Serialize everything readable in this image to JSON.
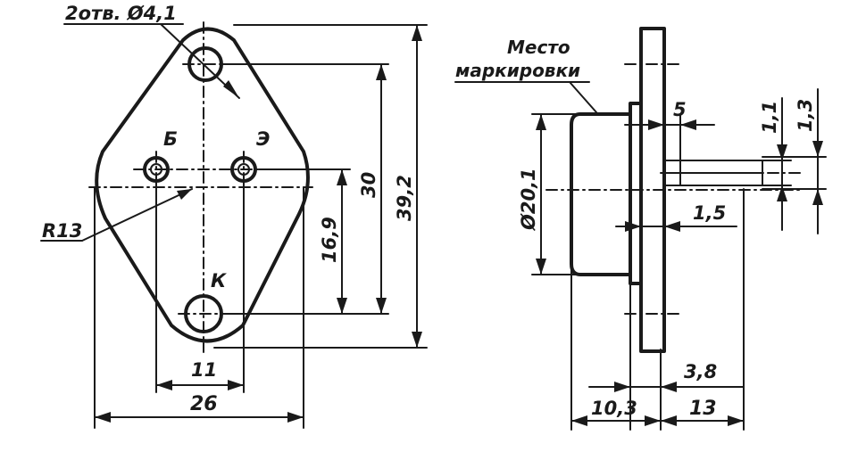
{
  "front_view": {
    "holes_note": "2отв. Ø4,1",
    "radius_label": "R13",
    "pin_b": "Б",
    "pin_e": "Э",
    "pin_k": "К",
    "dim_pin_spacing": "11",
    "dim_width": "26",
    "dim_pin_to_k": "16,9",
    "dim_hole_spacing": "30",
    "dim_height": "39,2"
  },
  "side_view": {
    "marking_label_line1": "Место",
    "marking_label_line2": "маркировки",
    "dim_diameter": "Ø20,1",
    "dim_5": "5",
    "dim_1_1": "1,1",
    "dim_1_3": "1,3",
    "dim_1_5": "1,5",
    "dim_3_8": "3,8",
    "dim_10_3": "10,3",
    "dim_13": "13"
  }
}
